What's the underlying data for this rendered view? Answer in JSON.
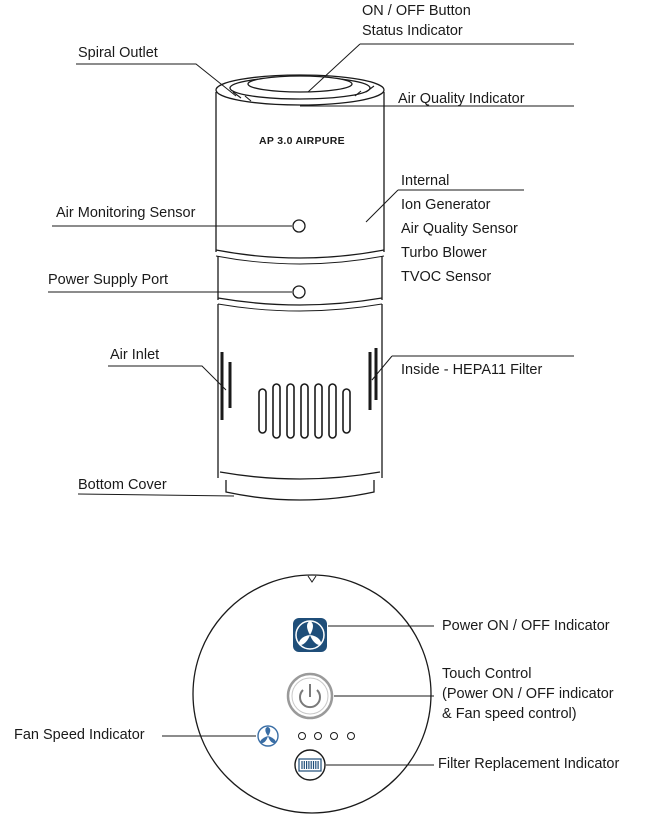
{
  "device": {
    "brand_text": "AP 3.0 AIRPURE"
  },
  "labels": {
    "on_off_button": "ON / OFF Button",
    "status_indicator": "Status Indicator",
    "spiral_outlet": "Spiral Outlet",
    "air_quality_indicator": "Air Quality Indicator",
    "air_monitoring_sensor": "Air Monitoring Sensor",
    "internal": "Internal",
    "internal_items": [
      "Ion Generator",
      "Air Quality Sensor",
      "Turbo Blower",
      "TVOC Sensor"
    ],
    "power_supply_port": "Power Supply Port",
    "air_inlet": "Air Inlet",
    "inside_filter": "Inside - HEPA11 Filter",
    "bottom_cover": "Bottom Cover"
  },
  "top_view": {
    "power_indicator": "Power ON / OFF Indicator",
    "touch_control": "Touch Control",
    "touch_control_detail_1": "(Power ON / OFF indicator",
    "touch_control_detail_2": "& Fan speed control)",
    "fan_speed_indicator": "Fan Speed Indicator",
    "filter_replacement_indicator": "Filter Replacement Indicator"
  },
  "colors": {
    "line": "#1a1a1a",
    "power_icon_bg": "#1f4e79",
    "touch_ring": "#9a9a9a",
    "fan_icon": "#3a6ea5"
  }
}
